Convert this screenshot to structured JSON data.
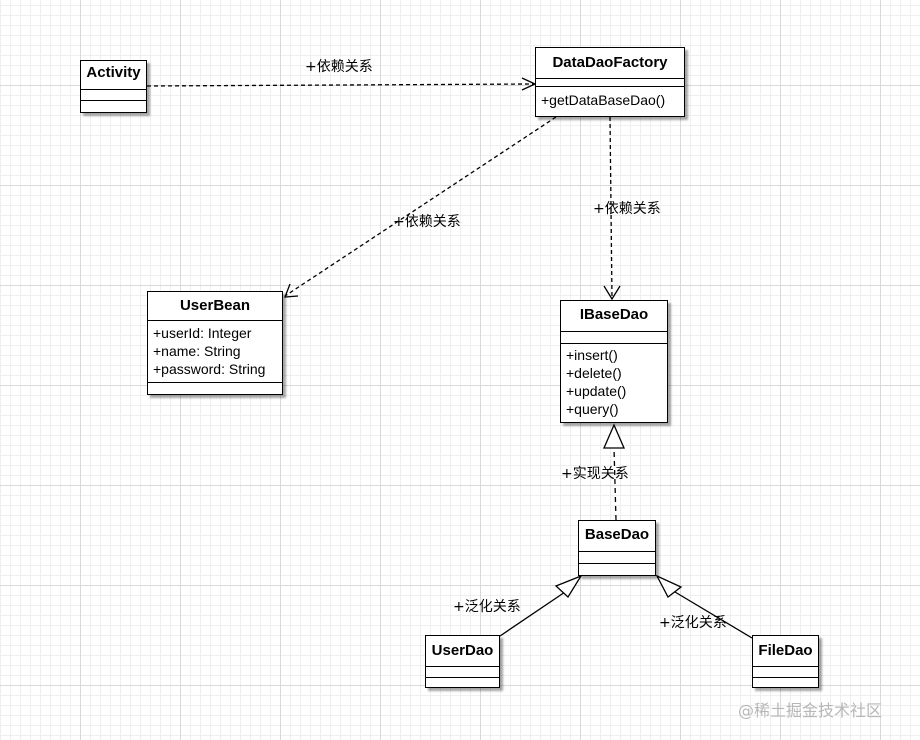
{
  "classes": {
    "activity": {
      "name": "Activity",
      "attributes": [],
      "methods": []
    },
    "data_dao_factory": {
      "name": "DataDaoFactory",
      "attributes": [],
      "methods": [
        "+getDataBaseDao()"
      ]
    },
    "user_bean": {
      "name": "UserBean",
      "attributes": [
        "+userId: Integer",
        "+name: String",
        "+password: String"
      ],
      "methods": []
    },
    "ibase_dao": {
      "name": "IBaseDao",
      "attributes": [],
      "methods": [
        "+insert()",
        "+delete()",
        "+update()",
        "+query()"
      ]
    },
    "base_dao": {
      "name": "BaseDao",
      "attributes": [],
      "methods": []
    },
    "user_dao": {
      "name": "UserDao",
      "attributes": [],
      "methods": []
    },
    "file_dao": {
      "name": "FileDao",
      "attributes": [],
      "methods": []
    }
  },
  "relations": [
    {
      "from": "Activity",
      "to": "DataDaoFactory",
      "type": "dependency",
      "label": "+依赖关系"
    },
    {
      "from": "DataDaoFactory",
      "to": "UserBean",
      "type": "dependency",
      "label": "+依赖关系"
    },
    {
      "from": "DataDaoFactory",
      "to": "IBaseDao",
      "type": "dependency",
      "label": "+依赖关系"
    },
    {
      "from": "BaseDao",
      "to": "IBaseDao",
      "type": "realization",
      "label": "+实现关系"
    },
    {
      "from": "UserDao",
      "to": "BaseDao",
      "type": "generalization",
      "label": "+泛化关系"
    },
    {
      "from": "FileDao",
      "to": "BaseDao",
      "type": "generalization",
      "label": "+泛化关系"
    }
  ],
  "watermark": "@稀土掘金技术社区"
}
